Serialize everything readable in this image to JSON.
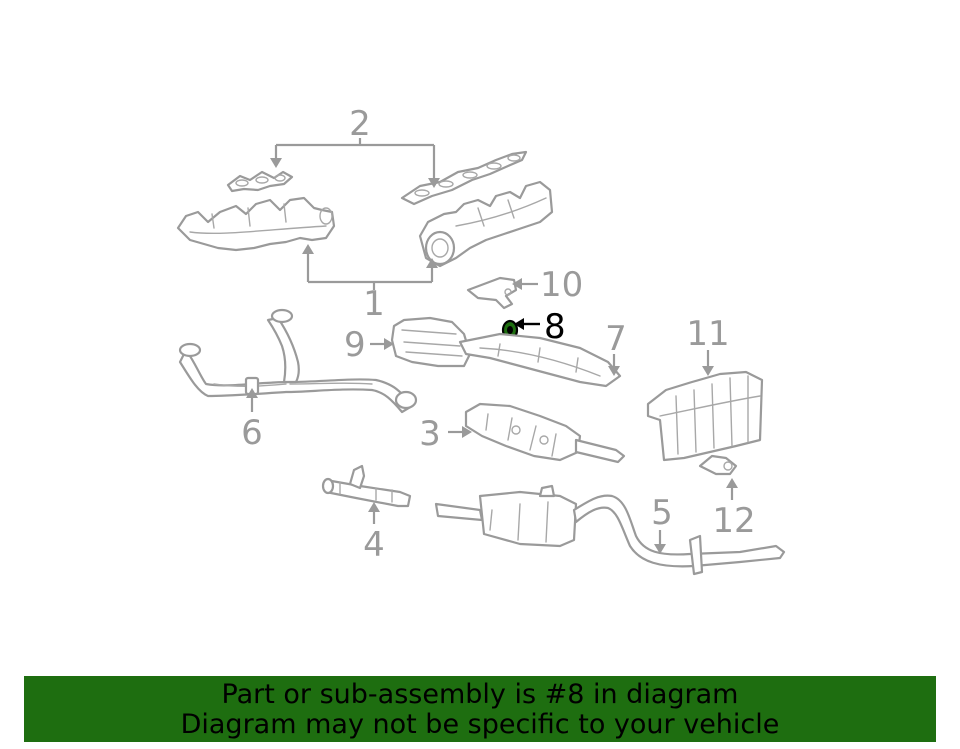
{
  "diagram": {
    "callouts": {
      "c1": "1",
      "c2": "2",
      "c3": "3",
      "c4": "4",
      "c5": "5",
      "c6": "6",
      "c7": "7",
      "c8": "8",
      "c9": "9",
      "c10": "10",
      "c11": "11",
      "c12": "12"
    },
    "highlighted_part": "8",
    "highlight_color": "#1e6e10"
  },
  "banner": {
    "line1": "Part or sub-assembly is #8 in diagram",
    "line2": "Diagram may not be specific to your vehicle",
    "background": "#1e6e10"
  }
}
